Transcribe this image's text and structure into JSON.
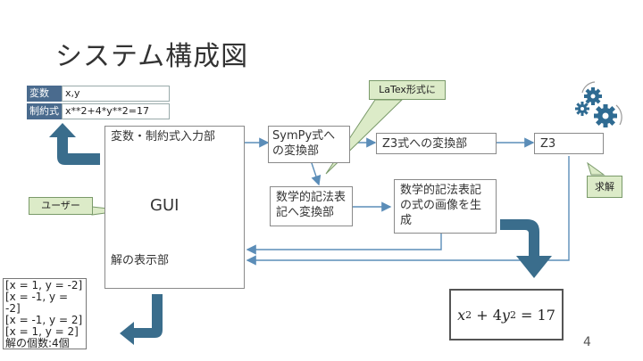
{
  "title": "システム構成図",
  "form": {
    "var_label": "変数",
    "var_value": "x,y",
    "cons_label": "制約式",
    "cons_value": "x**2+4*y**2=17"
  },
  "gui_box": {
    "input_label": "変数・制約式入力部",
    "center_label": "GUI",
    "display_label": "解の表示部"
  },
  "boxes": {
    "sympy": "SymPy式への変換部",
    "z3conv": "Z3式への変換部",
    "z3": "Z3",
    "mathconv": "数学的記法表記へ変換部",
    "image": "数学的記法表記の式の画像を生成"
  },
  "callouts": {
    "latex": "LaTex形式に",
    "user": "ユーザー",
    "solve": "求解"
  },
  "result_lines": [
    "[x = 1, y = -2]",
    "[x = -1, y = -2]",
    "[x = -1, y = 2]",
    "[x = 1, y = 2]",
    "解の個数:4個"
  ],
  "math": {
    "x": "x",
    "exp1": "2",
    "mid": " + 4",
    "y": "y",
    "exp2": "2",
    "rhs": " = 17"
  },
  "page_number": "4",
  "colors": {
    "arrow_blue": "#3a6d8c",
    "line_blue": "#5b8db8",
    "callout_green": "#dcebc8",
    "form_label": "#4a6b8e",
    "gear": "#2f6b92"
  }
}
